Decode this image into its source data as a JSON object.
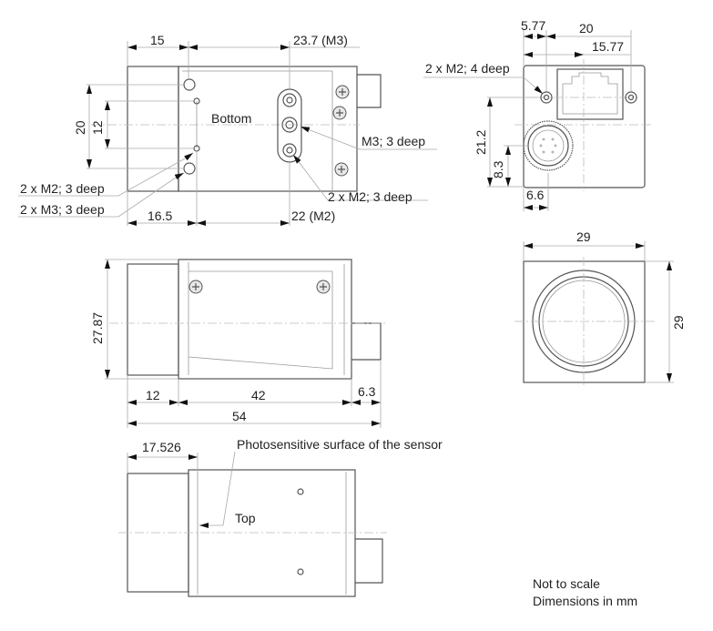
{
  "bottom_view": {
    "label": "Bottom",
    "dim_15": "15",
    "dim_23_7": "23.7 (M3)",
    "dim_20": "20",
    "dim_12": "12",
    "dim_16_5": "16.5",
    "dim_22": "22 (M2)",
    "callout_m3_center": "M3; 3 deep",
    "callout_m2_right": "2 x M2; 3 deep",
    "callout_m2_left": "2 x M2; 3 deep",
    "callout_m3_left": "2 x M3; 3 deep"
  },
  "back_view": {
    "dim_5_77": "5.77",
    "dim_20": "20",
    "dim_15_77": "15.77",
    "callout_m2": "2 x M2; 4 deep",
    "dim_21_2": "21.2",
    "dim_8_3": "8.3",
    "dim_6_6": "6.6"
  },
  "side_view": {
    "dim_27_87": "27.87",
    "dim_12": "12",
    "dim_42": "42",
    "dim_6_3": "6.3",
    "dim_54": "54"
  },
  "front_view": {
    "dim_width": "29",
    "dim_height": "29"
  },
  "top_view": {
    "label": "Top",
    "dim_17_526": "17.526",
    "sensor_note": "Photosensitive surface of the sensor"
  },
  "notes": {
    "scale": "Not to scale",
    "units": "Dimensions in mm"
  }
}
